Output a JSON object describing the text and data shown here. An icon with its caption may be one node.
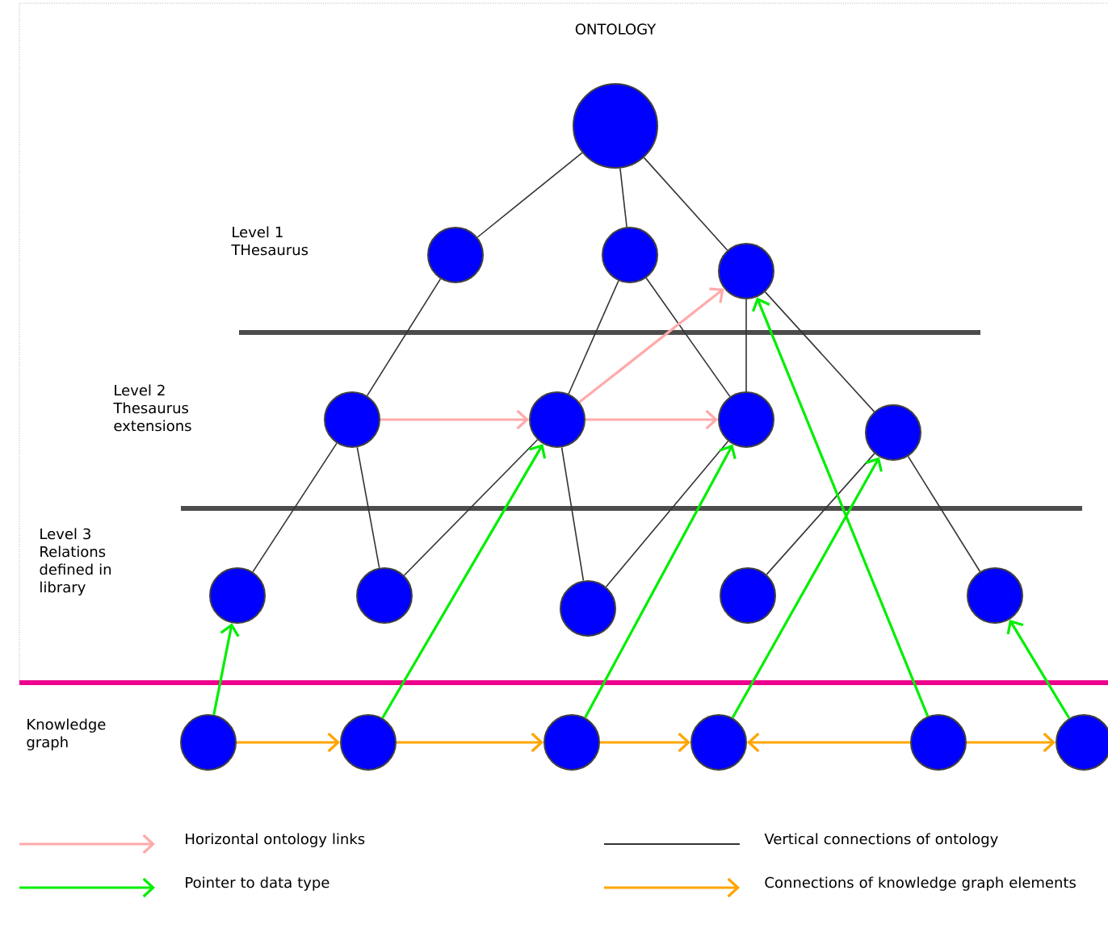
{
  "diagram": {
    "title": "ONTOLOGY",
    "nodes": [
      {
        "text": [],
        "shape": "circle"
      },
      {
        "text": [],
        "shape": "circle"
      },
      {
        "text": [],
        "shape": "circle"
      },
      {
        "text": [],
        "shape": "circle"
      },
      {
        "text": [],
        "shape": "circle"
      },
      {
        "text": [],
        "shape": "circle"
      },
      {
        "text": [],
        "shape": "circle"
      },
      {
        "text": [],
        "shape": "circle"
      },
      {
        "text": [],
        "shape": "circle"
      },
      {
        "text": [],
        "shape": "circle"
      },
      {
        "text": [],
        "shape": "circle"
      },
      {
        "text": [],
        "shape": "circle"
      },
      {
        "text": [],
        "shape": "circle"
      },
      {
        "text": [],
        "shape": "circle"
      },
      {
        "text": [],
        "shape": "circle"
      },
      {
        "text": [],
        "shape": "circle"
      },
      {
        "text": [],
        "shape": "circle"
      },
      {
        "text": [],
        "shape": "circle"
      },
      {
        "text": [],
        "shape": "circle"
      }
    ],
    "edges": [
      {
        "from": 0,
        "to": 1,
        "arrow": "none"
      },
      {
        "from": 0,
        "to": 2,
        "arrow": "none"
      },
      {
        "from": 0,
        "to": 3,
        "arrow": "none"
      },
      {
        "from": 1,
        "to": 4,
        "arrow": "none"
      },
      {
        "from": 2,
        "to": 5,
        "arrow": "none"
      },
      {
        "from": 2,
        "to": 6,
        "arrow": "none"
      },
      {
        "from": 3,
        "to": 6,
        "arrow": "none"
      },
      {
        "from": 3,
        "to": 7,
        "arrow": "none"
      },
      {
        "from": 4,
        "to": 8,
        "arrow": "none"
      },
      {
        "from": 4,
        "to": 9,
        "arrow": "none"
      },
      {
        "from": 5,
        "to": 9,
        "arrow": "none"
      },
      {
        "from": 5,
        "to": 10,
        "arrow": "none"
      },
      {
        "from": 6,
        "to": 10,
        "arrow": "none"
      },
      {
        "from": 7,
        "to": 11,
        "arrow": "none"
      },
      {
        "from": 7,
        "to": 12,
        "arrow": "none"
      },
      {
        "from": 4,
        "to": 5,
        "arrow": "to",
        "color": "#ffaaaa"
      },
      {
        "from": 5,
        "to": 6,
        "arrow": "to",
        "color": "#ffaaaa"
      },
      {
        "from": 5,
        "to": 3,
        "arrow": "to",
        "color": "#ffaaaa"
      },
      {
        "from": 13,
        "to": 8,
        "arrow": "to",
        "color": "#00ee00"
      },
      {
        "from": 14,
        "to": 5,
        "arrow": "to",
        "color": "#00ee00"
      },
      {
        "from": 15,
        "to": 6,
        "arrow": "to",
        "color": "#00ee00"
      },
      {
        "from": 16,
        "to": 7,
        "arrow": "to",
        "color": "#00ee00"
      },
      {
        "from": 17,
        "to": 3,
        "arrow": "to",
        "color": "#00ee00"
      },
      {
        "from": 18,
        "to": 12,
        "arrow": "to",
        "color": "#00ee00"
      },
      {
        "from": 13,
        "to": 14,
        "arrow": "to",
        "color": "#ffa500"
      },
      {
        "from": 14,
        "to": 15,
        "arrow": "to",
        "color": "#ffa500"
      },
      {
        "from": 15,
        "to": 16,
        "arrow": "to",
        "color": "#ffa500"
      },
      {
        "from": 17,
        "to": 16,
        "arrow": "to",
        "color": "#ffa500"
      },
      {
        "from": 17,
        "to": 18,
        "arrow": "to",
        "color": "#ffa500"
      }
    ],
    "labels": [
      "Level 1 THesaurus",
      "Level 2 Thesaurus extensions",
      "Level 3 Relations defined in library",
      "Knowledge graph"
    ],
    "legend": [
      {
        "text": "Horizontal ontology links",
        "color": "#ffaaaa"
      },
      {
        "text": "Vertical connections of ontology"
      },
      {
        "text": "Pointer to data type",
        "color": "#00ee00"
      },
      {
        "text": "Connections of knowledge graph elements",
        "color": "#ffa500"
      }
    ]
  }
}
